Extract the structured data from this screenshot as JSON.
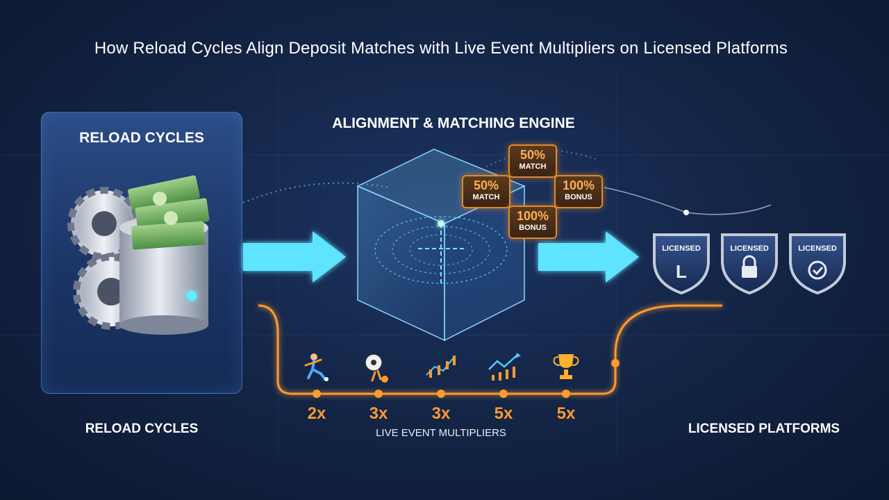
{
  "title": "How Reload Cycles Align Deposit Matches with Live Event Multipliers on Licensed Platforms",
  "reload_panel": {
    "title": "RELOAD CYCLES"
  },
  "engine": {
    "title": "ALIGNMENT & MATCHING ENGINE",
    "badges": [
      {
        "pct": "50%",
        "kind": "MATCH"
      },
      {
        "pct": "50%",
        "kind": "MATCH"
      },
      {
        "pct": "100%",
        "kind": "BONUS"
      },
      {
        "pct": "100%",
        "kind": "BONUS"
      }
    ]
  },
  "platforms": {
    "shields": [
      {
        "text": "LICENSED",
        "icon": "letter-l-icon"
      },
      {
        "text": "LICENSED",
        "icon": "padlock-icon"
      },
      {
        "text": "LICENSED",
        "icon": "checkmark-icon"
      }
    ]
  },
  "multipliers": {
    "caption": "LIVE EVENT MULTIPLIERS",
    "items": [
      {
        "value": "2x",
        "icon": "soccer-player-icon"
      },
      {
        "value": "3x",
        "icon": "soccer-ball-kick-icon"
      },
      {
        "value": "3x",
        "icon": "candlestick-chart-icon"
      },
      {
        "value": "5x",
        "icon": "trend-chart-icon"
      },
      {
        "value": "5x",
        "icon": "trophy-icon"
      }
    ]
  },
  "bottom_labels": {
    "left": "RELOAD CYCLES",
    "right": "LICENSED PLATFORMS"
  },
  "colors": {
    "background": "#142648",
    "arrow": "#5fe4ff",
    "orange": "#ff9a2e",
    "panel": "#1f3a6e"
  }
}
